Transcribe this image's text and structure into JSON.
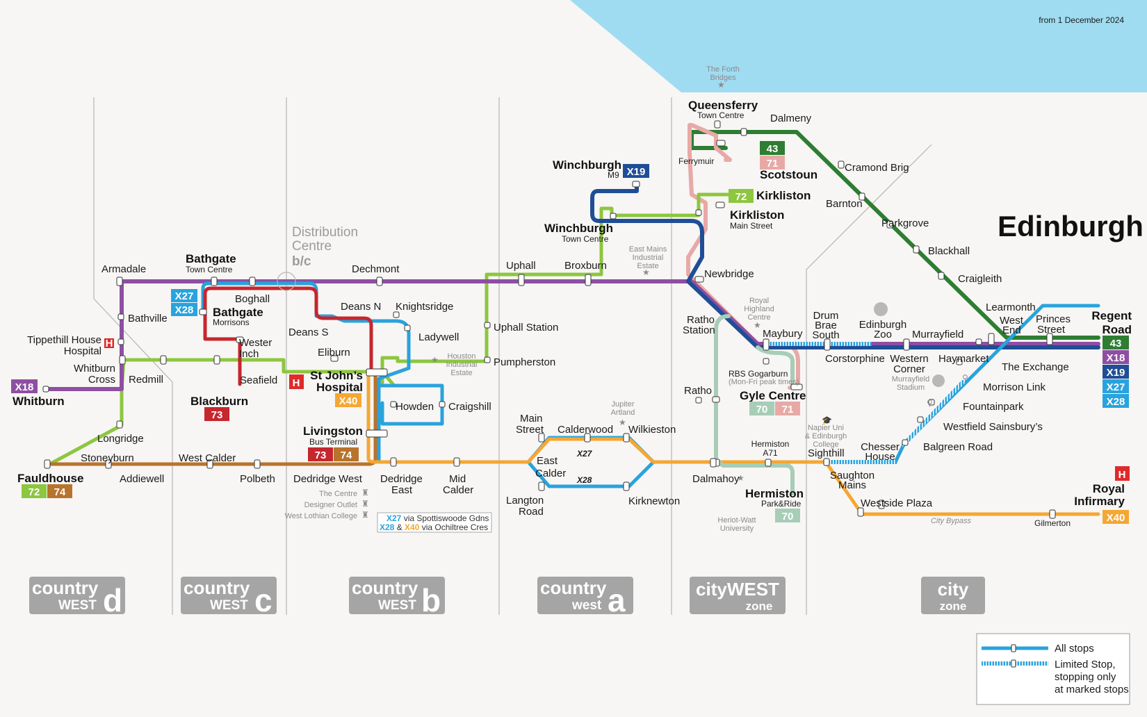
{
  "date_note": "from 1 December 2024",
  "city_title": "Edinburgh",
  "distribution": [
    "Distribution",
    "Centre",
    "b/c"
  ],
  "colors": {
    "purple": "#8e4fa3",
    "green": "#2e7d32",
    "lime": "#8dc63f",
    "blue": "#29a3dd",
    "navy": "#1f4e96",
    "red": "#c6262e",
    "pink": "#e8a9a6",
    "sage": "#a7cdb7",
    "orange": "#f5a733",
    "brown": "#b8732c",
    "zone": "#a5a5a5",
    "sea": "#9fdcf2"
  },
  "labels": {
    "forth": [
      "The Forth",
      "Bridges"
    ],
    "queensferry": "Queensferry",
    "queensferry_sub": "Town Centre",
    "dalmeny": "Dalmeny",
    "ferrymuir": "Ferrymuir",
    "scotstoun": "Scotstoun",
    "cramond": "Cramond Brig",
    "barnton": "Barnton",
    "parkgrove": "Parkgrove",
    "blackhall": "Blackhall",
    "craigleith": "Craigleith",
    "learmonth": "Learmonth",
    "west_end": [
      "West",
      "End"
    ],
    "princes": [
      "Princes",
      "Street"
    ],
    "regent": [
      "Regent",
      "Road"
    ],
    "winch_m9": "Winchburgh",
    "winch_m9_sub": "M9",
    "winch_tc": "Winchburgh",
    "winch_tc_sub": "Town Centre",
    "kirkliston": "Kirkliston",
    "kirkliston_ms": "Kirkliston",
    "kirkliston_ms_sub": "Main Street",
    "east_mains": [
      "East Mains",
      "Industrial",
      "Estate"
    ],
    "newbridge": "Newbridge",
    "armadale": "Armadale",
    "bathgate_tc": "Bathgate",
    "bathgate_tc_sub": "Town Centre",
    "dechmont": "Dechmont",
    "uphall": "Uphall",
    "broxburn": "Broxburn",
    "boghall": "Boghall",
    "bathgate_m": "Bathgate",
    "bathgate_m_sub": "Morrisons",
    "bathville": "Bathville",
    "deans_n": "Deans N",
    "knightsridge": "Knightsridge",
    "deans_s": "Deans S",
    "ladywell": "Ladywell",
    "uphall_station": "Uphall Station",
    "houston": [
      "Houston",
      "Industrial",
      "Estate"
    ],
    "pumpherston": "Pumpherston",
    "tippethill": [
      "Tippethill House",
      "Hospital"
    ],
    "whitburn_cross": [
      "Whitburn",
      "Cross"
    ],
    "redmill": "Redmill",
    "wester_inch": [
      "Wester",
      "Inch"
    ],
    "seafield": "Seafield",
    "eliburn": "Eliburn",
    "st_johns": [
      "St John’s",
      "Hospital"
    ],
    "whitburn": "Whitburn",
    "blackburn": "Blackburn",
    "howden": "Howden",
    "craigshill": "Craigshill",
    "longridge": "Longridge",
    "stoneyburn": "Stoneyburn",
    "west_calder": "West Calder",
    "fauldhouse": "Fauldhouse",
    "addiewell": "Addiewell",
    "polbeth": "Polbeth",
    "livingston": "Livingston",
    "livingston_sub": "Bus Terminal",
    "dedridge_w": "Dedridge West",
    "dedridge_e": [
      "Dedridge",
      "East"
    ],
    "mid_calder": [
      "Mid",
      "Calder"
    ],
    "the_centre": "The Centre",
    "designer": "Designer Outlet",
    "wlc": "West Lothian College",
    "via1_a": "X27",
    "via1_b": " via Spottiswoode Gdns",
    "via2_a": "X28",
    "via2_and": " & ",
    "via2_b": "X40",
    "via2_c": " via Ochiltree Cres",
    "main_street": [
      "Main",
      "Street"
    ],
    "calderwood": "Calderwood",
    "jupiter": [
      "Jupiter",
      "Artland"
    ],
    "wilkieston": "Wilkieston",
    "east_calder": [
      "East",
      "Calder"
    ],
    "x27": "X27",
    "x28": "X28",
    "langton": [
      "Langton",
      "Road"
    ],
    "kirknewton": "Kirknewton",
    "ratho_station": [
      "Ratho",
      "Station"
    ],
    "royal_highland": [
      "Royal",
      "Highland",
      "Centre"
    ],
    "maybury": "Maybury",
    "rbs": "RBS Gogarburn",
    "rbs_sub": "(Mon-Fri peak times)",
    "gyle": "Gyle Centre",
    "ratho": "Ratho",
    "hermiston_a71": [
      "Hermiston",
      "A71"
    ],
    "dalmahoy": "Dalmahoy",
    "hermiston_pr": "Hermiston",
    "hermiston_pr_sub": "Park&Ride",
    "heriot": [
      "Heriot-Watt",
      "University"
    ],
    "drum_brae": [
      "Drum",
      "Brae",
      "South"
    ],
    "edinburgh_zoo": [
      "Edinburgh",
      "Zoo"
    ],
    "murrayfield": "Murrayfield",
    "corstorphine": "Corstorphine",
    "western_corner": [
      "Western",
      "Corner"
    ],
    "haymarket": "Haymarket",
    "murrayfield_stadium": [
      "Murrayfield",
      "Stadium"
    ],
    "the_exchange": "The Exchange",
    "morrison_link": "Morrison Link",
    "fountainpark": "Fountainpark",
    "westfield": "Westfield Sainsbury’s",
    "balgreen": "Balgreen Road",
    "napier": [
      "Napier Uni",
      "& Edinburgh",
      "College"
    ],
    "sighthill": "Sighthill",
    "chesser": [
      "Chesser",
      "House"
    ],
    "saughton": [
      "Saughton",
      "Mains"
    ],
    "westside": "Westside Plaza",
    "city_bypass": "City Bypass",
    "gilmerton": "Gilmerton",
    "royal_inf": [
      "Royal",
      "Infirmary"
    ]
  },
  "badges": {
    "b43": "43",
    "b71": "71",
    "b72": "72",
    "bX19": "X19",
    "bX27": "X27",
    "bX28": "X28",
    "bX18": "X18",
    "bX40": "X40",
    "b73": "73",
    "b74": "74",
    "b70": "70",
    "hospital": "H"
  },
  "zones": [
    {
      "top": "country",
      "bottom": "WEST",
      "big": "d"
    },
    {
      "top": "country",
      "bottom": "WEST",
      "big": "c"
    },
    {
      "top": "country",
      "bottom": "WEST",
      "big": "b"
    },
    {
      "top": "country",
      "bottom": "west",
      "big": "a"
    },
    {
      "top": "cityWEST",
      "bottom": "zone",
      "big": ""
    },
    {
      "top": "city",
      "bottom": "zone",
      "big": ""
    }
  ],
  "legend": {
    "all": "All stops",
    "limited": [
      "Limited Stop,",
      "stopping only",
      "at marked stops"
    ]
  }
}
